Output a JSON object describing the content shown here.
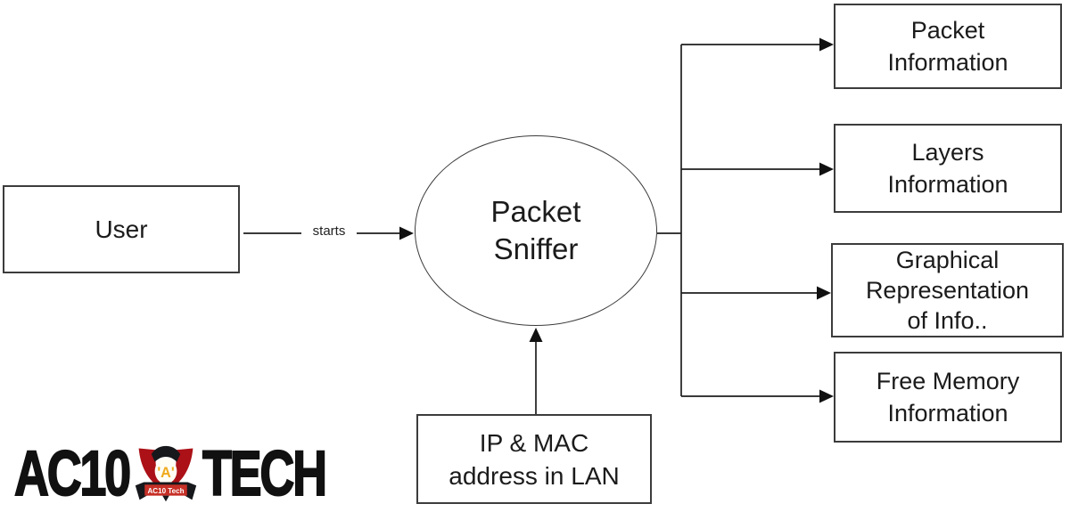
{
  "diagram": {
    "user": {
      "label": "User"
    },
    "sniffer": {
      "lines": [
        "Packet",
        "Sniffer"
      ]
    },
    "source": {
      "lines": [
        "IP & MAC",
        "address in LAN"
      ]
    },
    "starts_label": "starts",
    "outputs": [
      {
        "lines": [
          "Packet",
          "Information"
        ]
      },
      {
        "lines": [
          "Layers",
          "Information"
        ]
      },
      {
        "lines": [
          "Graphical",
          "Representation",
          "of Info.."
        ]
      },
      {
        "lines": [
          "Free Memory",
          "Information"
        ]
      }
    ]
  },
  "logo": {
    "word_left": "AC10",
    "word_right": "TECH",
    "emblem_letter": "'A'",
    "banner_text": "AC10 Tech",
    "colors": {
      "text_black": "#111111",
      "shield_red": "#ab1117",
      "emblem_gold": "#efa91c",
      "ribbon_black": "#17181c",
      "banner_red": "#c62f26"
    }
  }
}
